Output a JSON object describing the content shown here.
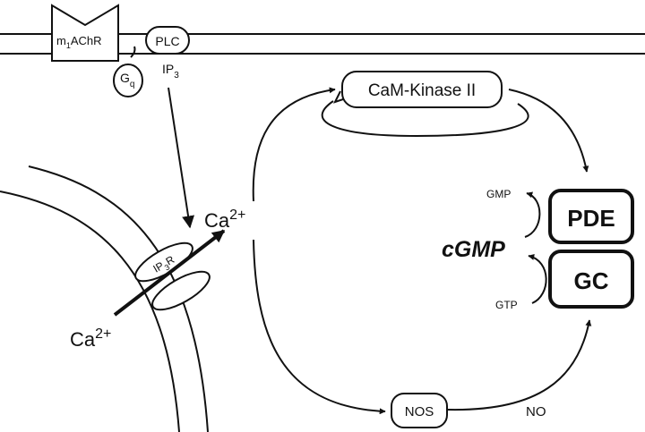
{
  "membrane": {
    "receptor": {
      "main": "m",
      "sub": "1",
      "rest": "AChR"
    },
    "g_protein": {
      "main": "G",
      "sub": "q"
    },
    "plc": "PLC",
    "ip3": {
      "main": "IP",
      "sub": "3"
    }
  },
  "er": {
    "ip3r": {
      "main": "IP",
      "sub": "3",
      "rest": "R"
    },
    "ca_in": {
      "main": "Ca",
      "sup": "2+"
    }
  },
  "ca_center": {
    "main": "Ca",
    "sup": "2+"
  },
  "camk": "CaM-Kinase II",
  "nos": "NOS",
  "no": "NO",
  "pde": "PDE",
  "gc": "GC",
  "cgmp": "cGMP",
  "gmp": "GMP",
  "gtp": "GTP",
  "colors": {
    "ink": "#111111",
    "background": "#ffffff"
  }
}
